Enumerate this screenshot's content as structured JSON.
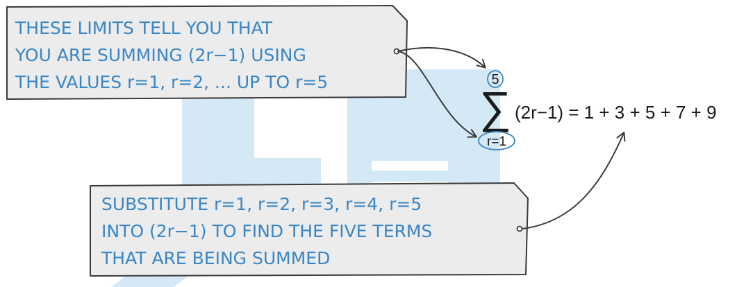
{
  "top_note": {
    "lines": [
      "THESE LIMITS TELL YOU THAT",
      "YOU ARE SUMMING (2r−1) USING",
      "THE VALUES r=1, r=2, ... UP TO r=5"
    ]
  },
  "bottom_note": {
    "lines": [
      "SUBSTITUTE r=1, r=2, r=3, r=4, r=5",
      "INTO (2r−1) TO FIND THE FIVE TERMS",
      "THAT ARE BEING SUMMED"
    ]
  },
  "equation": {
    "upper_limit": "5",
    "lower_limit": "r=1",
    "sigma": "∑",
    "expression": "(2r−1) = 1 + 3 + 5 + 7 + 9"
  },
  "colors": {
    "note_text": "#3a86c4",
    "note_fill": "#ececec",
    "outline": "#3a3a3a",
    "watermark": "#d4e8f6",
    "equation_text": "#1a1a1a"
  }
}
